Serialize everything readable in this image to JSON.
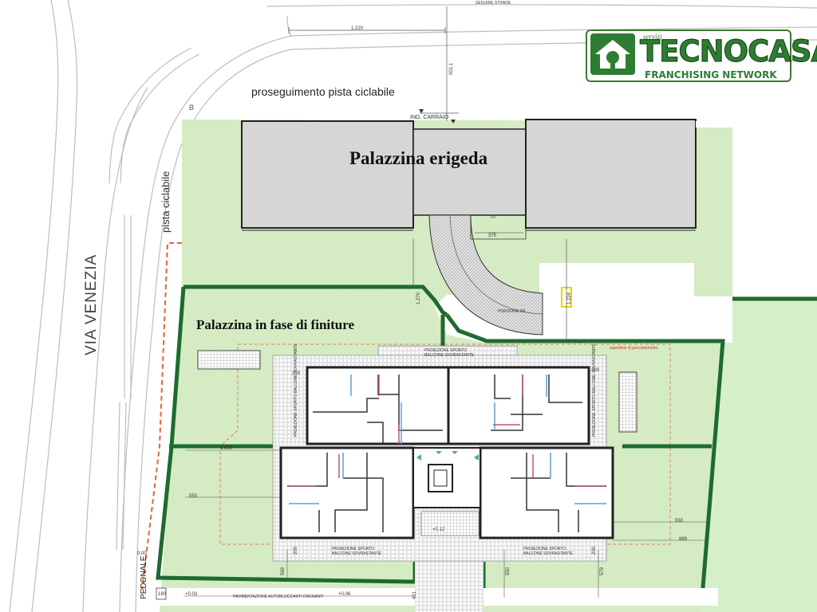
{
  "logo": {
    "servizi": "servizi",
    "name": "TECNOCASA",
    "subtitle": "FRANCHISING NETWORK",
    "icon": "house-logo-icon",
    "brand_color": "#2e7d32"
  },
  "labels": {
    "proseguimento": "proseguimento pista ciclabile",
    "palazzina_erigenda": "Palazzina erigeda",
    "palazzina_finiture": "Palazzina in fase di finiture",
    "via_venezia": "VIA VENEZIA",
    "pista_ciclabile": "pista ciclabile",
    "ing_carraio": "ING. CARRAIO",
    "pedonale": "PEDONALE",
    "point_b": "B",
    "seguire_strade": "SEGUIRE STRADE",
    "proiezione_top": [
      "PROIEZIONE SPORTO",
      "BALCONE SOVRASTANTE"
    ],
    "proiezione_bottom_left": [
      "PROIEZIONE SPORTO",
      "BALCONE SOVRASTANTE"
    ],
    "proiezione_bottom_right": [
      "PROIEZIONE SPORTO",
      "BALCONE SOVRASTANTE"
    ],
    "proiezione_left": "PROIEZIONE SPORTO BALCONE SOVRASTANTE",
    "proiezione_right": "PROIEZIONE SPORTO BALCONE SOVRASTANTE",
    "pavimentazione": "PAVIMENTAZIONE AUTOBLOCCANTI DRENANTI",
    "superficie": "superficie di gocciolamento",
    "porzione": "PORZIONE 3/6"
  },
  "dimensions": {
    "d_1220": "1.220",
    "d_1224": "1.224",
    "d_1270": "1.270",
    "d_1050": "1.050",
    "d_375": "375",
    "d_70": "70",
    "d_200_a": "200",
    "d_200_b": "200",
    "d_200_c": "200",
    "d_200_d": "200",
    "d_550_a": "550",
    "d_550_b": "550",
    "d_550_c": "550",
    "d_889": "889",
    "d_569": "569",
    "d_579": "579",
    "d_421": "421",
    "d_180": "180",
    "d_001": "001.1",
    "lev_003": "+0.03",
    "lev_006": "+0.06",
    "lev_012": "+0.12",
    "lev_000": "0.00"
  },
  "colors": {
    "lawn": "#d4ebc4",
    "lawn_right": "#d7eecb",
    "border_green": "#1e6b2e",
    "building_fill": "#d6d6d6",
    "outline": "#222222",
    "highlight_box": "#f0d000",
    "dashed_red": "#e0663a"
  }
}
